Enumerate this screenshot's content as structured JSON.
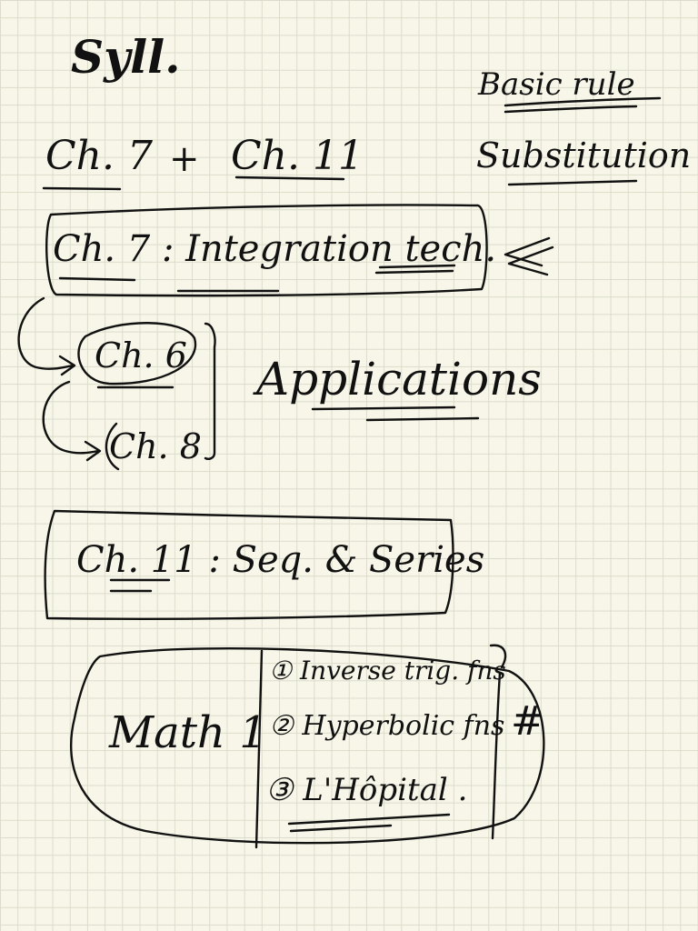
{
  "note": {
    "heading": "Syll.",
    "chapters_line": {
      "left": "Ch. 7",
      "plus": "+",
      "right": "Ch. 11"
    },
    "side_notes": {
      "basic_rule": "Basic rule",
      "substitution": "Substitution"
    },
    "box_integration": "Ch. 7 : Integration tech.",
    "chapter_6": "Ch. 6",
    "chapter_8": "Ch. 8",
    "applications": "Applications",
    "box_series": "Ch. 11 : Seq. & Series",
    "math1": {
      "label": "Math 1",
      "items": [
        "① Inverse trig. fns",
        "② Hyperbolic fns",
        "③ L'Hôpital ."
      ],
      "mark": "#"
    }
  },
  "colors": {
    "paper": "#f7f6e8",
    "grid": "#dcdccb",
    "ink": "#111111"
  }
}
